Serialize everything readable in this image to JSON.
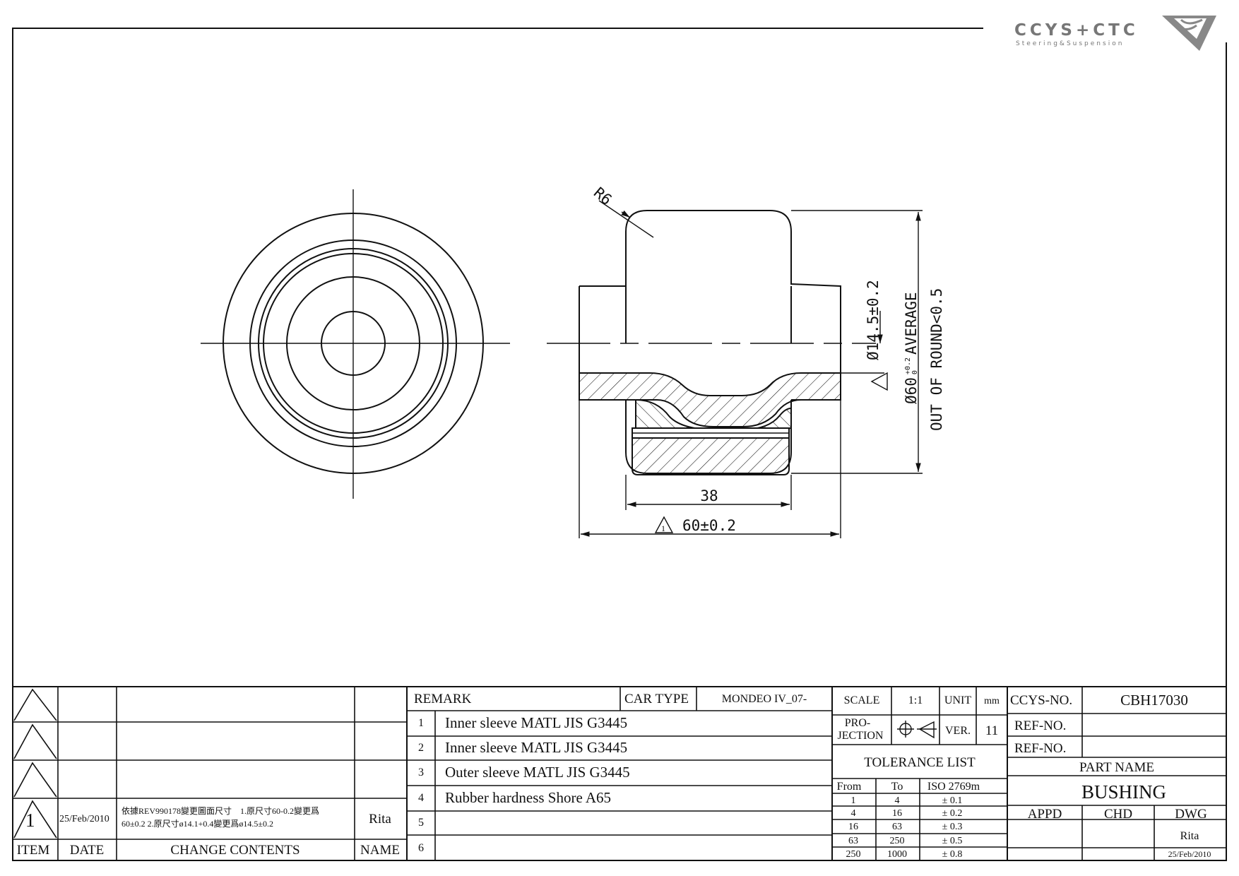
{
  "logo": {
    "text": "CCYS+CTC",
    "subtitle": "Steering&Suspension"
  },
  "dimensions": {
    "radius": "R6",
    "inner_dia": "Ø14.5±0.2",
    "outer_dia": "Ø60",
    "outer_dia_tol_upper": "+0.2",
    "outer_dia_tol_lower": "0",
    "outer_dia_suffix": "AVERAGE",
    "out_of_round": "OUT OF ROUND<0.5",
    "width_inner": "38",
    "width_outer": "60±0.2",
    "rev_mark": "1"
  },
  "revision": {
    "item": "1",
    "date": "25/Feb/2010",
    "change_line1": "依據REV990178變更圖面尺寸　1.原尺寸60-0.2變更爲",
    "change_line2": "60±0.2  2.原尺寸ø14.1+0.4變更爲ø14.5±0.2",
    "name": "Rita",
    "headers": {
      "item": "ITEM",
      "date": "DATE",
      "change": "CHANGE CONTENTS",
      "name": "NAME"
    }
  },
  "remark": {
    "header": "REMARK",
    "car_type_label": "CAR TYPE",
    "car_type_value": "MONDEO IV_07-",
    "items": [
      {
        "no": "1",
        "text": "Inner sleeve MATL JIS G3445"
      },
      {
        "no": "2",
        "text": "Inner sleeve MATL JIS G3445"
      },
      {
        "no": "3",
        "text": "Outer sleeve MATL JIS G3445"
      },
      {
        "no": "4",
        "text": "Rubber hardness Shore A65"
      },
      {
        "no": "5",
        "text": ""
      },
      {
        "no": "6",
        "text": ""
      }
    ]
  },
  "specs": {
    "scale_label": "SCALE",
    "scale_value": "1:1",
    "unit_label": "UNIT",
    "unit_value": "mm",
    "projection_label_1": "PRO-",
    "projection_label_2": "JECTION",
    "ver_label": "VER.",
    "ver_value": "11"
  },
  "tolerance": {
    "title": "TOLERANCE LIST",
    "headers": {
      "from": "From",
      "to": "To",
      "std": "ISO 2769m"
    },
    "rows": [
      {
        "from": "1",
        "to": "4",
        "tol": "± 0.1"
      },
      {
        "from": "4",
        "to": "16",
        "tol": "± 0.2"
      },
      {
        "from": "16",
        "to": "63",
        "tol": "± 0.3"
      },
      {
        "from": "63",
        "to": "250",
        "tol": "± 0.5"
      },
      {
        "from": "250",
        "to": "1000",
        "tol": "± 0.8"
      }
    ]
  },
  "title_block": {
    "ccys_no_label": "CCYS-NO.",
    "ccys_no_value": "CBH17030",
    "ref_no_label_1": "REF-NO.",
    "ref_no_label_2": "REF-NO.",
    "part_name_label": "PART NAME",
    "part_name_value": "BUSHING",
    "appd_label": "APPD",
    "chd_label": "CHD",
    "dwg_label": "DWG",
    "dwg_name": "Rita",
    "dwg_date": "25/Feb/2010"
  }
}
